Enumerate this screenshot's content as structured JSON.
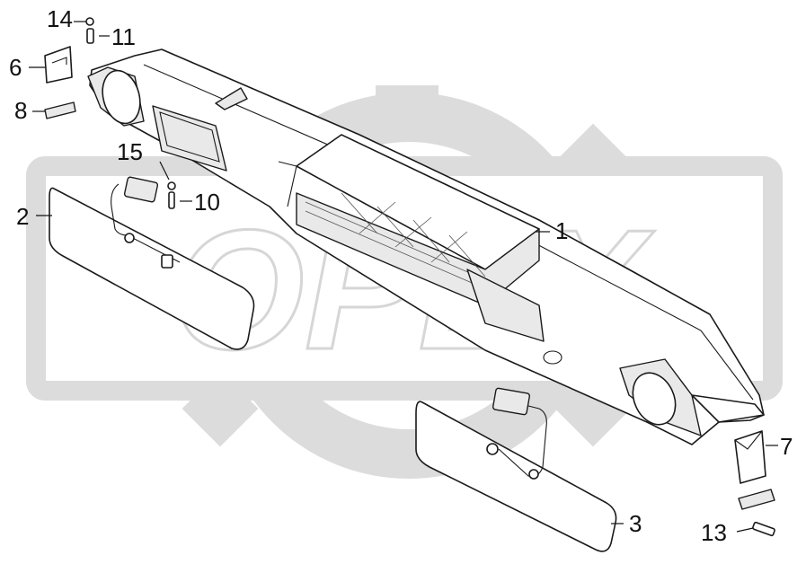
{
  "watermark": {
    "text": "OPEX"
  },
  "callouts": [
    {
      "id": "1",
      "label": "1"
    },
    {
      "id": "2",
      "label": "2"
    },
    {
      "id": "3",
      "label": "3"
    },
    {
      "id": "6",
      "label": "6"
    },
    {
      "id": "7",
      "label": "7"
    },
    {
      "id": "8",
      "label": "8"
    },
    {
      "id": "10",
      "label": "10"
    },
    {
      "id": "11",
      "label": "11"
    },
    {
      "id": "13",
      "label": "13"
    },
    {
      "id": "14",
      "label": "14"
    },
    {
      "id": "15",
      "label": "15"
    }
  ],
  "colors": {
    "watermark": "#d6d6d6",
    "ink": "#1a1a1a",
    "background": "#ffffff"
  }
}
